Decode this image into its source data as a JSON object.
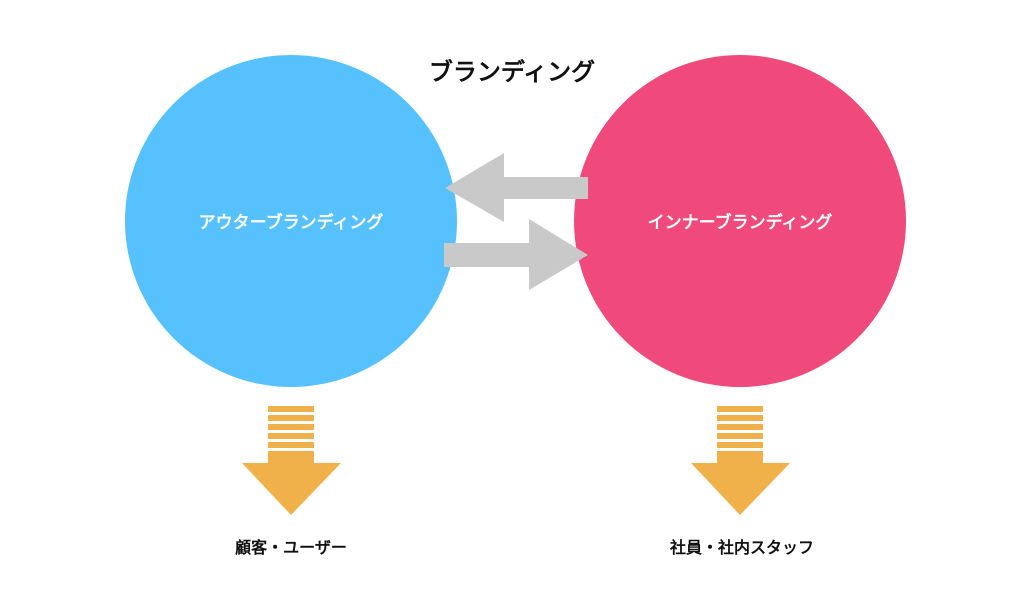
{
  "diagram": {
    "title": "ブランディング",
    "outer": {
      "label": "アウターブランディング",
      "target": "顧客・ユーザー"
    },
    "inner": {
      "label": "インナーブランディング",
      "target": "社員・社内スタッフ"
    },
    "colors": {
      "outer_circle": "#57c1fd",
      "inner_circle": "#ef4a7b",
      "exchange_arrows": "#c9c9c9",
      "down_arrows": "#f0b04a",
      "text_dark": "#111111",
      "text_light": "#ffffff"
    }
  }
}
